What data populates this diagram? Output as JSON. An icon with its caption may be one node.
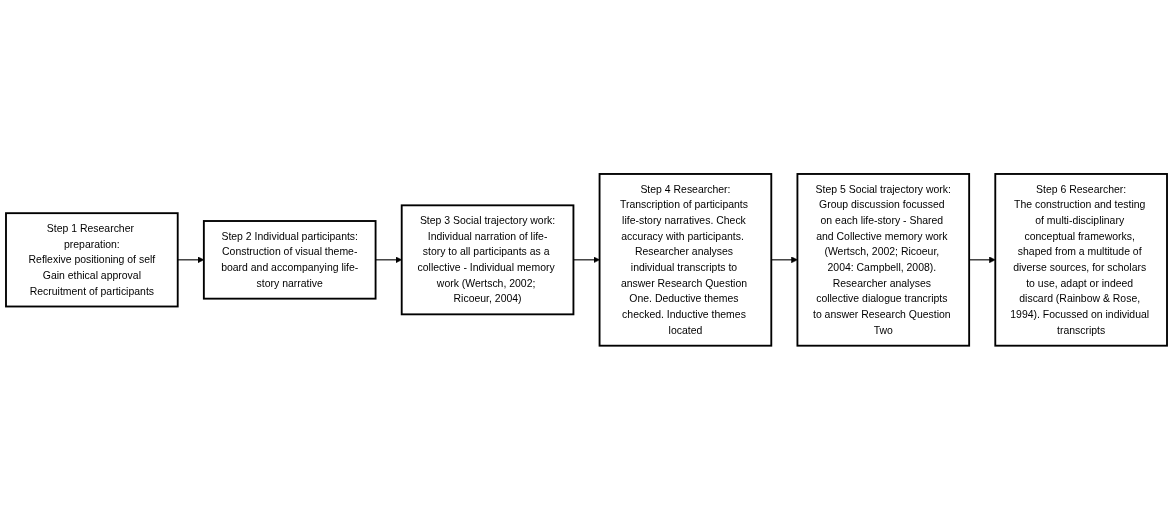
{
  "diagram": {
    "nodes": [
      {
        "text": [
          "Step 1 Researcher preparation:",
          "Reflexive positioning of self",
          "Gain ethical approval",
          "Recruitment of participants"
        ]
      },
      {
        "text": [
          "Step 2 Individual participants:",
          "Construction of visual theme-board and accompanying life-story narrative"
        ]
      },
      {
        "text": [
          "Step 3 Social trajectory work:",
          "Individual narration of life-story to all participants as a collective - Individual memory work (Wertsch, 2002; Ricoeur, 2004)"
        ]
      },
      {
        "text": [
          "Step 4 Researcher:",
          "Transcription of participants life-story narratives. Check accuracy with participants.  Researcher analyses individual transcripts to answer Research Question One. Deductive themes checked. Inductive themes located"
        ]
      },
      {
        "text": [
          "Step 5 Social trajectory work:",
          "Group discussion focussed on each life-story - Shared and Collective memory work (Wertsch, 2002; Ricoeur, 2004: Campbell, 2008). Researcher analyses collective dialogue trancripts to answer Research Question Two"
        ]
      },
      {
        "text": [
          "Step 6 Researcher:",
          "The construction and testing of multi-disciplinary conceptual frameworks, shaped from a multitude of diverse sources, for scholars to use, adapt or indeed discard (Rainbow & Rose, 1994). Focussed on individual transcripts"
        ]
      }
    ],
    "edges": [
      {
        "from": 0,
        "to": 1,
        "arrow": "to"
      },
      {
        "from": 1,
        "to": 2,
        "arrow": "to"
      },
      {
        "from": 2,
        "to": 3,
        "arrow": "to"
      },
      {
        "from": 3,
        "to": 4,
        "arrow": "to"
      },
      {
        "from": 4,
        "to": 5,
        "arrow": "to"
      }
    ]
  }
}
